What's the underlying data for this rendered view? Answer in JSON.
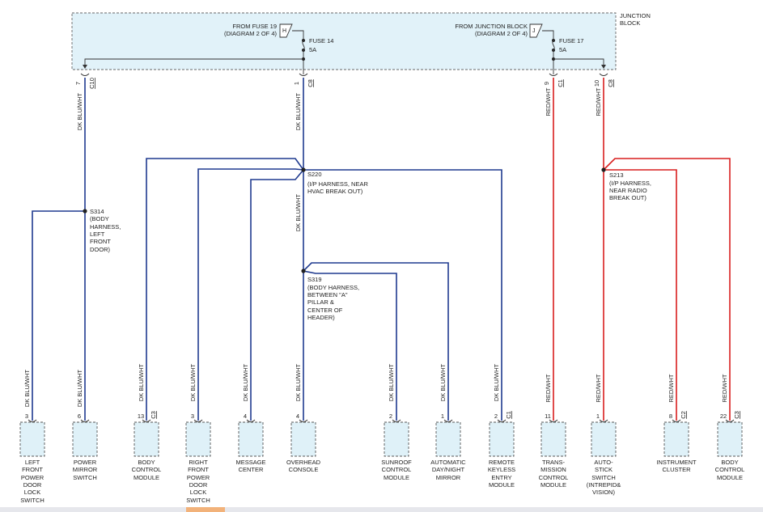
{
  "junction_block": {
    "label_line1": "JUNCTION",
    "label_line2": "BLOCK",
    "source1_line1": "FROM FUSE 19",
    "source1_line2": "(DIAGRAM 2 OF 4)",
    "source1_tag": "H",
    "fuse1_name": "FUSE 14",
    "fuse1_rating": "5A",
    "source2_line1": "FROM JUNCTION BLOCK",
    "source2_line2": "(DIAGRAM 2 OF 4)",
    "source2_tag": "J",
    "fuse2_name": "FUSE 17",
    "fuse2_rating": "5A"
  },
  "top_connectors": [
    {
      "pin": "7",
      "connector": "C10"
    },
    {
      "pin": "1",
      "connector": "C8"
    },
    {
      "pin": "9",
      "connector": "C1"
    },
    {
      "pin": "10",
      "connector": "C8"
    }
  ],
  "wire_labels": {
    "dk_blu_wht": "DK BLU/WHT",
    "red_wht": "RED/WHT"
  },
  "splices": {
    "s220": {
      "name": "S220",
      "line1": "(I/P HARNESS, NEAR",
      "line2": "HVAC BREAK OUT)"
    },
    "s314": {
      "name": "S314",
      "line1": "(BODY",
      "line2": "HARNESS,",
      "line3": "LEFT",
      "line4": "FRONT",
      "line5": "DOOR)"
    },
    "s319": {
      "name": "S319",
      "line1": "(BODY HARNESS,",
      "line2": "BETWEEN \"A\"",
      "line3": "PILLAR &",
      "line4": "CENTER OF",
      "line5": "HEADER)"
    },
    "s213": {
      "name": "S213",
      "line1": "(I/P HARNESS,",
      "line2": "NEAR RADIO",
      "line3": "BREAK OUT)"
    }
  },
  "components": [
    {
      "pin": "3",
      "connector": "",
      "lines": [
        "LEFT",
        "FRONT",
        "POWER",
        "DOOR",
        "LOCK",
        "SWITCH"
      ]
    },
    {
      "pin": "6",
      "connector": "",
      "lines": [
        "POWER",
        "MIRROR",
        "SWITCH"
      ]
    },
    {
      "pin": "13",
      "connector": "C3",
      "lines": [
        "BODY",
        "CONTROL",
        "MODULE"
      ]
    },
    {
      "pin": "3",
      "connector": "",
      "lines": [
        "RIGHT",
        "FRONT",
        "POWER",
        "DOOR",
        "LOCK",
        "SWITCH"
      ]
    },
    {
      "pin": "4",
      "connector": "",
      "lines": [
        "MESSAGE",
        "CENTER"
      ]
    },
    {
      "pin": "4",
      "connector": "",
      "lines": [
        "OVERHEAD",
        "CONSOLE"
      ]
    },
    {
      "pin": "2",
      "connector": "",
      "lines": [
        "SUNROOF",
        "CONTROL",
        "MODULE"
      ]
    },
    {
      "pin": "1",
      "connector": "",
      "lines": [
        "AUTOMATIC",
        "DAY/NIGHT",
        "MIRROR"
      ]
    },
    {
      "pin": "2",
      "connector": "C1",
      "lines": [
        "REMOTE",
        "KEYLESS",
        "ENTRY",
        "MODULE"
      ]
    },
    {
      "pin": "11",
      "connector": "",
      "lines": [
        "TRANS-",
        "MISSION",
        "CONTROL",
        "MODULE"
      ]
    },
    {
      "pin": "1",
      "connector": "",
      "lines": [
        "AUTO-",
        "STICK",
        "SWITCH",
        "(INTREPID&",
        "VISION)"
      ]
    },
    {
      "pin": "8",
      "connector": "C2",
      "lines": [
        "INSTRUMENT",
        "CLUSTER"
      ]
    },
    {
      "pin": "22",
      "connector": "C3",
      "lines": [
        "BODY",
        "CONTROL",
        "MODULE"
      ]
    }
  ],
  "colors": {
    "blue_wire": "#1f3a8f",
    "red_wire": "#d81e1e",
    "component_fill": "#dff1f8"
  }
}
